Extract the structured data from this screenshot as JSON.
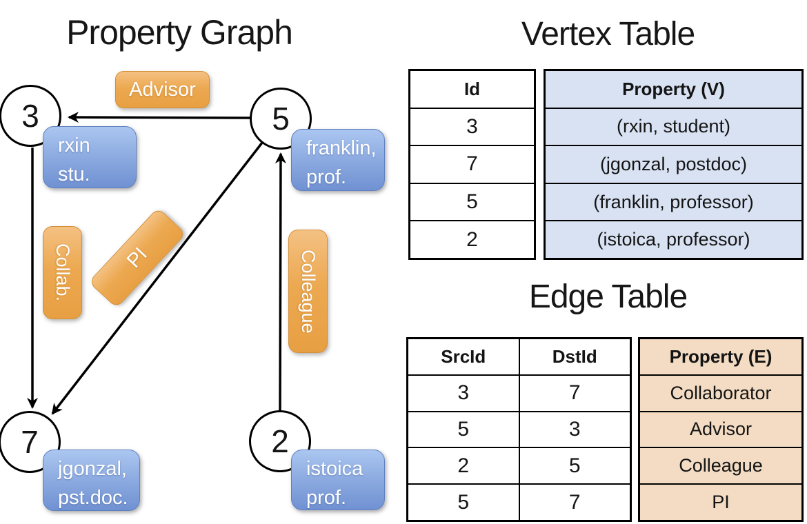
{
  "graph": {
    "title": "Property Graph",
    "nodes": [
      {
        "id": "3",
        "label_lines": [
          "rxin",
          "stu."
        ]
      },
      {
        "id": "5",
        "label_lines": [
          "franklin,",
          "prof."
        ]
      },
      {
        "id": "7",
        "label_lines": [
          "jgonzal,",
          "pst.doc."
        ]
      },
      {
        "id": "2",
        "label_lines": [
          "istoica",
          "prof."
        ]
      }
    ],
    "edges": [
      {
        "src": "5",
        "dst": "3",
        "label": "Advisor"
      },
      {
        "src": "3",
        "dst": "7",
        "label": "Collab."
      },
      {
        "src": "5",
        "dst": "7",
        "label": "PI"
      },
      {
        "src": "2",
        "dst": "5",
        "label": "Colleague"
      }
    ]
  },
  "vertex_table": {
    "title": "Vertex Table",
    "headers": [
      "Id",
      "Property (V)"
    ],
    "rows": [
      [
        "3",
        "(rxin, student)"
      ],
      [
        "7",
        "(jgonzal, postdoc)"
      ],
      [
        "5",
        "(franklin, professor)"
      ],
      [
        "2",
        "(istoica, professor)"
      ]
    ]
  },
  "edge_table": {
    "title": "Edge Table",
    "headers": [
      "SrcId",
      "DstId",
      "Property (E)"
    ],
    "rows": [
      [
        "3",
        "7",
        "Collaborator"
      ],
      [
        "5",
        "3",
        "Advisor"
      ],
      [
        "2",
        "5",
        "Colleague"
      ],
      [
        "5",
        "7",
        "PI"
      ]
    ]
  },
  "colors": {
    "edge_label_orange": "#eca951",
    "vertex_label_blue": "#8fade2",
    "vertex_table_fill": "#d9e2f3",
    "edge_table_fill": "#f3dcc3",
    "line_black": "#000000"
  }
}
